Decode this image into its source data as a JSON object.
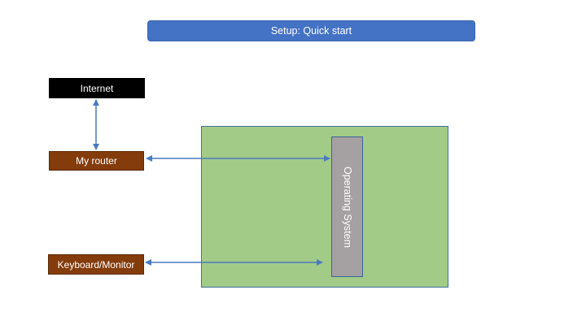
{
  "title": "Setup: Quick start",
  "nodes": {
    "internet": "Internet",
    "router": "My router",
    "keyboard_monitor": "Keyboard/Monitor",
    "operating_system": "Operating System"
  },
  "colors": {
    "title_bar": "#4472c4",
    "internet": "#000000",
    "device": "#843c0c",
    "board": "#a2cb87",
    "os": "#a5a0a1",
    "arrow": "#4a7abf"
  }
}
